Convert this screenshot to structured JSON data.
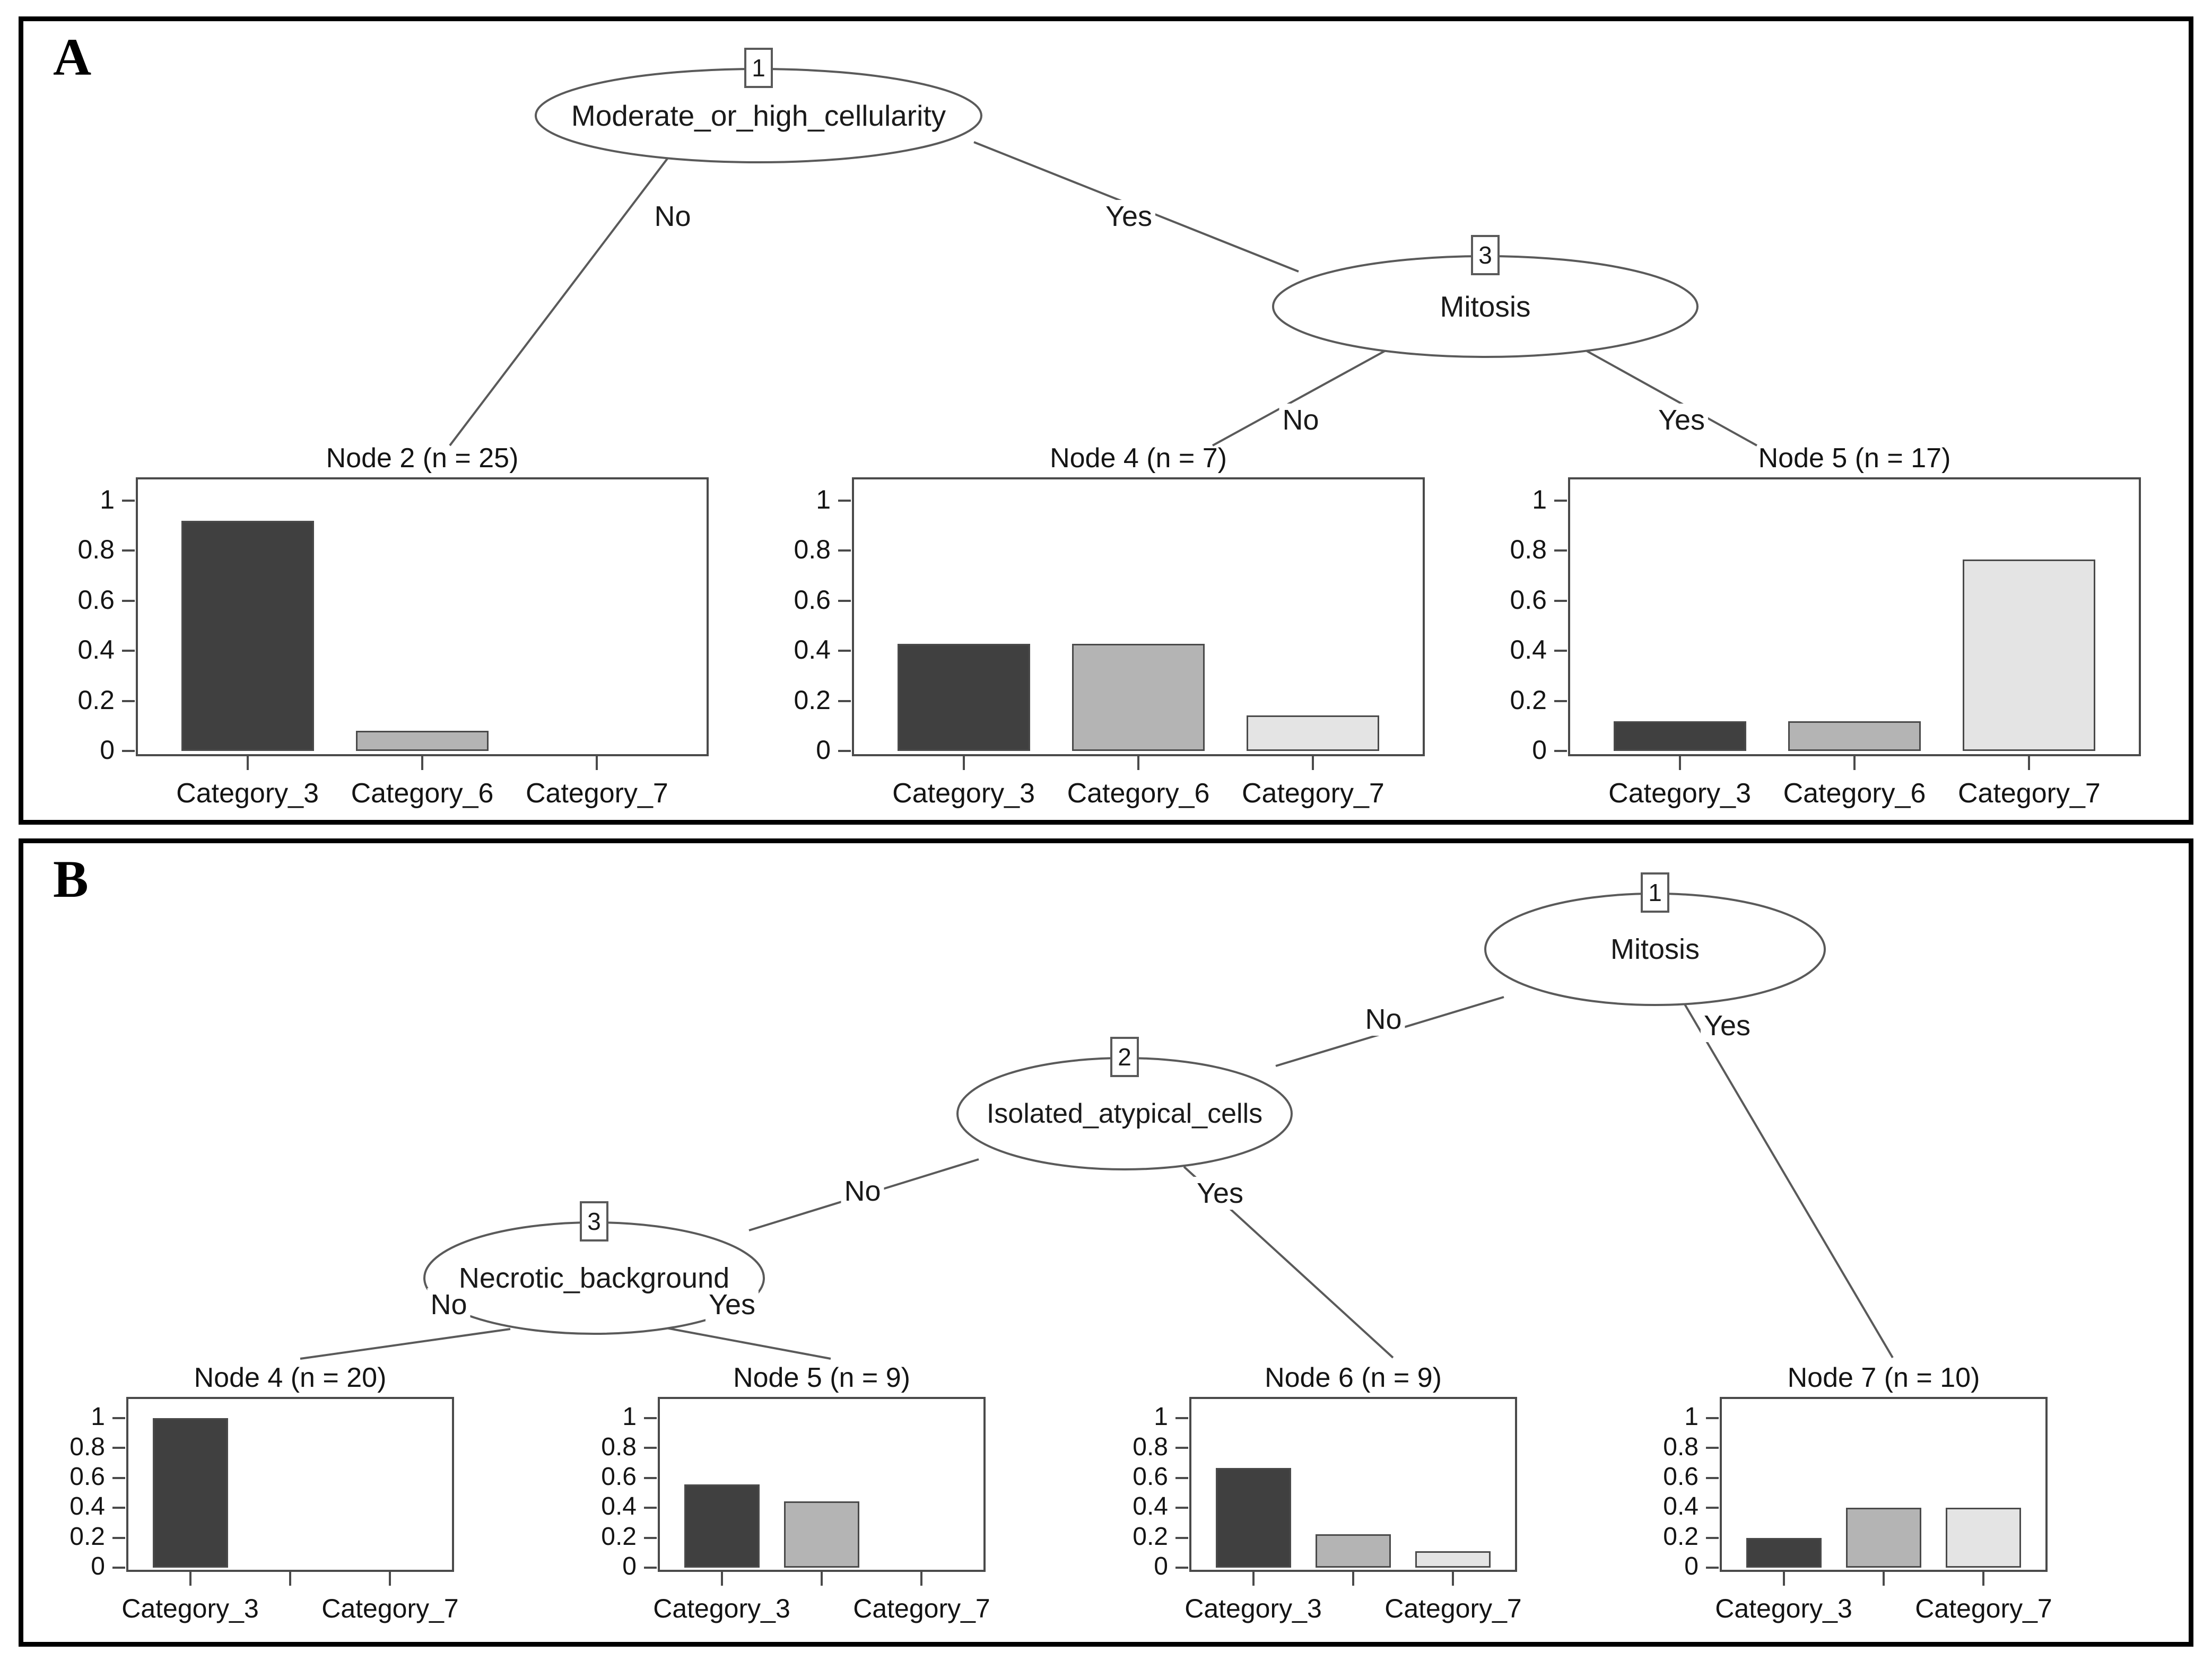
{
  "colors": {
    "bar_dark": "#404040",
    "bar_mid": "#b4b4b4",
    "bar_light": "#e4e4e4",
    "line": "#5a5a5a",
    "text": "#141414",
    "panel_border": "#000000"
  },
  "y_ticks": [
    {
      "v": 1,
      "label": "1"
    },
    {
      "v": 0.8,
      "label": "0.8"
    },
    {
      "v": 0.6,
      "label": "0.6"
    },
    {
      "v": 0.4,
      "label": "0.4"
    },
    {
      "v": 0.2,
      "label": "0.2"
    },
    {
      "v": 0,
      "label": "0"
    }
  ],
  "panels": [
    {
      "label": "A",
      "nodes": [
        {
          "id": "1",
          "label": "Moderate_or_high_cellularity"
        },
        {
          "id": "3",
          "label": "Mitosis"
        }
      ],
      "edges": [
        {
          "from": "1",
          "to": "Node 2",
          "label": "No"
        },
        {
          "from": "1",
          "to": "3",
          "label": "Yes"
        },
        {
          "from": "3",
          "to": "Node 4",
          "label": "No"
        },
        {
          "from": "3",
          "to": "Node 5",
          "label": "Yes"
        }
      ],
      "charts": [
        {
          "title": "Node 2 (n = 25)",
          "n": 25,
          "categories": [
            {
              "label": "Category_3",
              "slot": 0
            },
            {
              "label": "Category_6",
              "slot": 1
            },
            {
              "label": "Category_7",
              "slot": 2
            }
          ],
          "values": [
            0.92,
            0.08,
            0
          ]
        },
        {
          "title": "Node 4 (n = 7)",
          "n": 7,
          "categories": [
            {
              "label": "Category_3",
              "slot": 0
            },
            {
              "label": "Category_6",
              "slot": 1
            },
            {
              "label": "Category_7",
              "slot": 2
            }
          ],
          "values": [
            0.429,
            0.429,
            0.143
          ]
        },
        {
          "title": "Node 5 (n = 17)",
          "n": 17,
          "categories": [
            {
              "label": "Category_3",
              "slot": 0
            },
            {
              "label": "Category_6",
              "slot": 1
            },
            {
              "label": "Category_7",
              "slot": 2
            }
          ],
          "values": [
            0.118,
            0.118,
            0.765
          ]
        }
      ]
    },
    {
      "label": "B",
      "nodes": [
        {
          "id": "1",
          "label": "Mitosis"
        },
        {
          "id": "2",
          "label": "Isolated_atypical_cells"
        },
        {
          "id": "3",
          "label": "Necrotic_background"
        }
      ],
      "edges": [
        {
          "from": "1",
          "to": "2",
          "label": "No"
        },
        {
          "from": "1",
          "to": "Node 7",
          "label": "Yes"
        },
        {
          "from": "2",
          "to": "3",
          "label": "No"
        },
        {
          "from": "2",
          "to": "Node 6",
          "label": "Yes"
        },
        {
          "from": "3",
          "to": "Node 4",
          "label": "No"
        },
        {
          "from": "3",
          "to": "Node 5",
          "label": "Yes"
        }
      ],
      "charts": [
        {
          "title": "Node 4 (n = 20)",
          "n": 20,
          "categories": [
            {
              "label": "Category_3",
              "slot": 0
            },
            {
              "label": "Category_7",
              "slot": 2
            }
          ],
          "values": [
            1,
            0,
            0
          ]
        },
        {
          "title": "Node 5 (n = 9)",
          "n": 9,
          "categories": [
            {
              "label": "Category_3",
              "slot": 0
            },
            {
              "label": "Category_7",
              "slot": 2
            }
          ],
          "values": [
            0.556,
            0.444,
            0
          ]
        },
        {
          "title": "Node 6 (n = 9)",
          "n": 9,
          "categories": [
            {
              "label": "Category_3",
              "slot": 0
            },
            {
              "label": "Category_7",
              "slot": 2
            }
          ],
          "values": [
            0.667,
            0.222,
            0.111
          ]
        },
        {
          "title": "Node 7 (n = 10)",
          "n": 10,
          "categories": [
            {
              "label": "Category_3",
              "slot": 0
            },
            {
              "label": "Category_7",
              "slot": 2
            }
          ],
          "values": [
            0.2,
            0.4,
            0.4
          ]
        }
      ]
    }
  ],
  "chart_data": [
    {
      "type": "bar",
      "panel": "A",
      "title": "Node 2 (n = 25)",
      "n": 25,
      "tick_labels": [
        "Category_3",
        "Category_6",
        "Category_7"
      ],
      "values": [
        0.92,
        0.08,
        0
      ],
      "ylim": [
        0,
        1
      ],
      "grid": false,
      "bar_colors": [
        "#404040",
        "#b4b4b4",
        "#e4e4e4"
      ]
    },
    {
      "type": "bar",
      "panel": "A",
      "title": "Node 4 (n = 7)",
      "n": 7,
      "tick_labels": [
        "Category_3",
        "Category_6",
        "Category_7"
      ],
      "values": [
        0.429,
        0.429,
        0.143
      ],
      "ylim": [
        0,
        1
      ],
      "grid": false,
      "bar_colors": [
        "#404040",
        "#b4b4b4",
        "#e4e4e4"
      ]
    },
    {
      "type": "bar",
      "panel": "A",
      "title": "Node 5 (n = 17)",
      "n": 17,
      "tick_labels": [
        "Category_3",
        "Category_6",
        "Category_7"
      ],
      "values": [
        0.118,
        0.118,
        0.765
      ],
      "ylim": [
        0,
        1
      ],
      "grid": false,
      "bar_colors": [
        "#404040",
        "#b4b4b4",
        "#e4e4e4"
      ]
    },
    {
      "type": "bar",
      "panel": "B",
      "title": "Node 4 (n = 20)",
      "n": 20,
      "tick_labels": [
        "Category_3",
        "",
        "Category_7"
      ],
      "values": [
        1,
        0,
        0
      ],
      "ylim": [
        0,
        1
      ],
      "grid": false,
      "bar_colors": [
        "#404040",
        "#b4b4b4",
        "#e4e4e4"
      ]
    },
    {
      "type": "bar",
      "panel": "B",
      "title": "Node 5 (n = 9)",
      "n": 9,
      "tick_labels": [
        "Category_3",
        "",
        "Category_7"
      ],
      "values": [
        0.556,
        0.444,
        0
      ],
      "ylim": [
        0,
        1
      ],
      "grid": false,
      "bar_colors": [
        "#404040",
        "#b4b4b4",
        "#e4e4e4"
      ]
    },
    {
      "type": "bar",
      "panel": "B",
      "title": "Node 6 (n = 9)",
      "n": 9,
      "tick_labels": [
        "Category_3",
        "",
        "Category_7"
      ],
      "values": [
        0.667,
        0.222,
        0.111
      ],
      "ylim": [
        0,
        1
      ],
      "grid": false,
      "bar_colors": [
        "#404040",
        "#b4b4b4",
        "#e4e4e4"
      ]
    },
    {
      "type": "bar",
      "panel": "B",
      "title": "Node 7 (n = 10)",
      "n": 10,
      "tick_labels": [
        "Category_3",
        "",
        "Category_7"
      ],
      "values": [
        0.2,
        0.4,
        0.4
      ],
      "ylim": [
        0,
        1
      ],
      "grid": false,
      "bar_colors": [
        "#404040",
        "#b4b4b4",
        "#e4e4e4"
      ]
    }
  ]
}
